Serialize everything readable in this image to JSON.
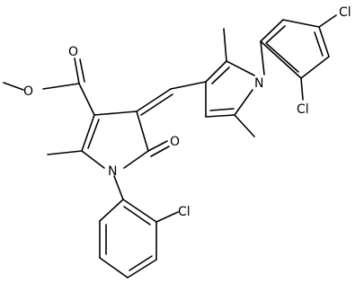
{
  "molecule": {
    "atom_labels": {
      "ester_o_methoxy": "O",
      "ester_o_carbonyl": "O",
      "n_pyrrolinone": "N",
      "o_lactam": "O",
      "n_pyrrole": "N",
      "cl_ortho_chlorophenyl": "Cl",
      "cl_para_dichlorophenyl": "Cl",
      "cl_ortho_dichlorophenyl": "Cl"
    }
  },
  "colors": {
    "bond": "#000000",
    "label": "#000000",
    "background": "#ffffff"
  }
}
